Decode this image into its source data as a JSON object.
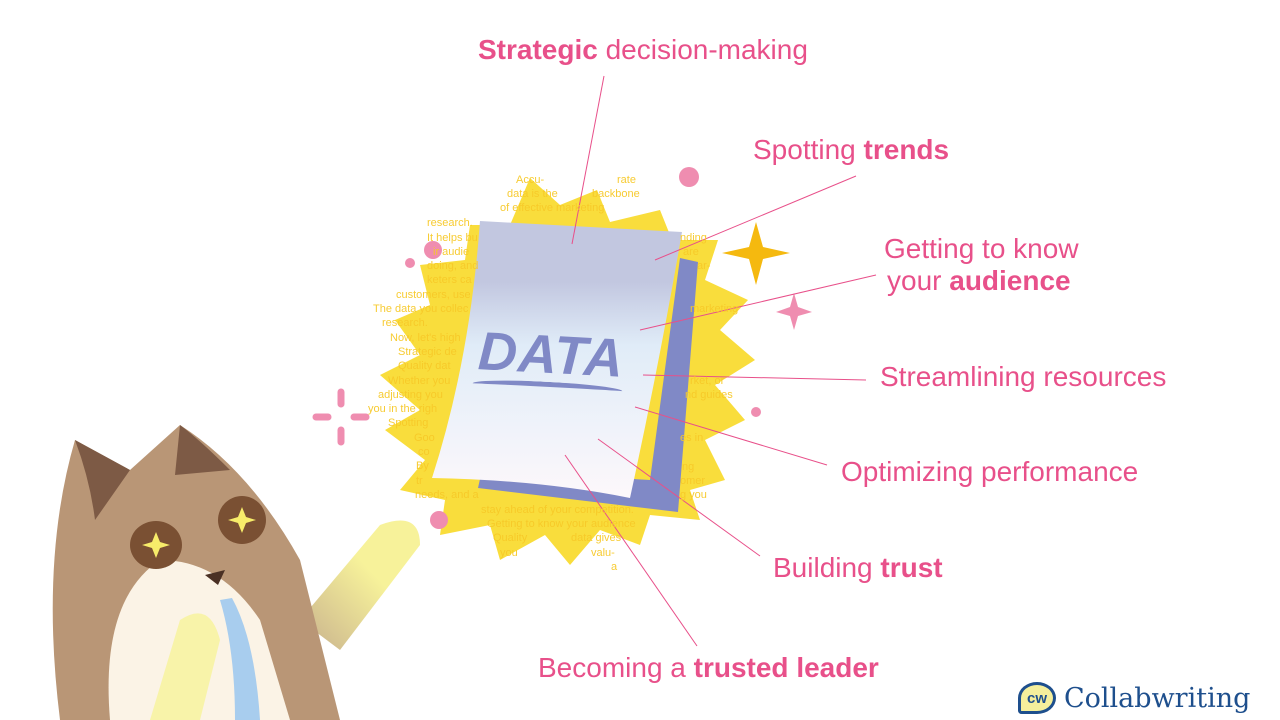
{
  "labels": {
    "strategic": {
      "bold": "Strategic",
      "rest": " decision-making"
    },
    "trends": {
      "pre": "Spotting ",
      "bold": "trends"
    },
    "audience": {
      "line1": "Getting to know",
      "pre": "your ",
      "bold": "audience"
    },
    "resources": {
      "text": "Streamlining resources"
    },
    "performance": {
      "text": "Optimizing performance"
    },
    "trust": {
      "pre": "Building ",
      "bold": "trust"
    },
    "leader": {
      "pre": "Becoming a ",
      "bold": "trusted leader"
    }
  },
  "document": {
    "title": "DATA"
  },
  "background_text": [
    "Accu-",
    "rate",
    "data is the",
    "backbone",
    "of effective marketing",
    "research.",
    "It helps bu",
    "ir audie",
    "doing, and",
    "keters ca",
    "customers, use",
    "The data you collec",
    "research.",
    "Now, let's high",
    "Strategic de",
    "Quality dat",
    "Whether you",
    "adjusting you",
    "you in the righ",
    "Spotting",
    "Goo",
    "co",
    "By",
    "tr",
    "needs, and a",
    "nding",
    "are",
    "ar-",
    "marketing",
    "rket, or",
    "nd guides",
    "es in",
    "ng",
    "omer",
    "g you",
    "stay ahead of your competition.",
    "Getting to know your audience",
    "Quality",
    "data gives",
    "you",
    "valu-",
    "a"
  ],
  "brand": {
    "name": "Collabwriting",
    "logo_letters": "cw"
  },
  "colors": {
    "accent": "#e8508a",
    "burst": "#f9dd3c",
    "document": "#8089c6",
    "brand": "#1e4f8d"
  }
}
